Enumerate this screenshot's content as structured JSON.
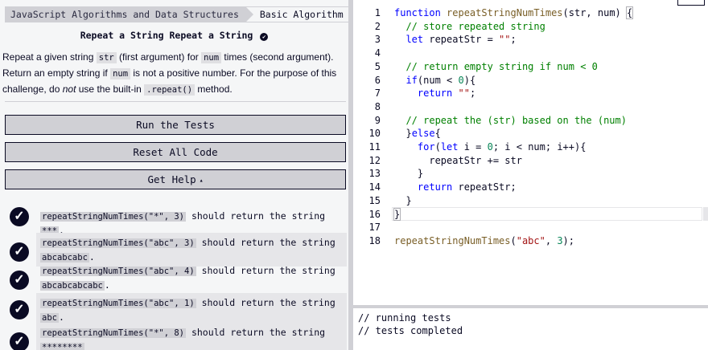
{
  "breadcrumb": {
    "section": "JavaScript Algorithms and Data Structures",
    "subsection": "Basic Algorithm Scripting"
  },
  "challenge": {
    "title": "Repeat a String Repeat a String",
    "desc_1": "Repeat a given string ",
    "code_str": "str",
    "desc_2": " (first argument) for ",
    "code_num": "num",
    "desc_3": " times (second argument). Return an empty string if ",
    "code_num2": "num",
    "desc_4": " is not a positive number. For the purpose of this challenge, do ",
    "desc_not": "not",
    "desc_5": " use the built-in ",
    "code_repeat": ".repeat()",
    "desc_6": " method."
  },
  "buttons": {
    "run": "Run the Tests",
    "reset": "Reset All Code",
    "help": "Get Help",
    "help_caret": "▴"
  },
  "tests": [
    {
      "code": "repeatStringNumTimes(\"*\", 3)",
      "text": " should return the string ",
      "result": "***",
      "end": "."
    },
    {
      "code": "repeatStringNumTimes(\"abc\", 3)",
      "text": " should return the string ",
      "result": "abcabcabc",
      "end": "."
    },
    {
      "code": "repeatStringNumTimes(\"abc\", 4)",
      "text": " should return the string ",
      "result": "abcabcabcabc",
      "end": "."
    },
    {
      "code": "repeatStringNumTimes(\"abc\", 1)",
      "text": " should return the string ",
      "result": "abc",
      "end": "."
    },
    {
      "code": "repeatStringNumTimes(\"*\", 8)",
      "text": " should return the string ",
      "result": "********",
      "end": ""
    }
  ],
  "editor": {
    "line_numbers": [
      "1",
      "2",
      "3",
      "4",
      "5",
      "6",
      "7",
      "8",
      "9",
      "10",
      "11",
      "12",
      "13",
      "14",
      "15",
      "16",
      "17",
      "18"
    ],
    "l1_kw": "function",
    "l1_fn": " repeatStringNumTimes",
    "l1_rest": "(str, num) ",
    "l1_brace": "{",
    "l2": "  // store repeated string",
    "l3_kw": "  let",
    "l3_rest": " repeatStr = ",
    "l3_str": "\"\"",
    "l3_end": ";",
    "l5": "  // return empty string if num < 0",
    "l6_kw": "  if",
    "l6_rest": "(num < ",
    "l6_num": "0",
    "l6_end": "){",
    "l7_kw": "    return",
    "l7_str": " \"\"",
    "l7_end": ";",
    "l9": "  // repeat the (str) based on the (num)",
    "l10_pre": "  }",
    "l10_kw": "else",
    "l10_end": "{",
    "l11_kw": "    for",
    "l11_a": "(",
    "l11_kw2": "let",
    "l11_b": " i = ",
    "l11_num": "0",
    "l11_c": "; i < num; i++){",
    "l12": "      repeatStr += str",
    "l13": "    }",
    "l14_kw": "    return",
    "l14_rest": " repeatStr;",
    "l15": "  }",
    "l16": "}",
    "l18_fn": "repeatStringNumTimes",
    "l18_a": "(",
    "l18_str": "\"abc\"",
    "l18_b": ", ",
    "l18_num": "3",
    "l18_c": ");"
  },
  "console": {
    "line1": "// running tests",
    "line2": "// tests completed"
  }
}
